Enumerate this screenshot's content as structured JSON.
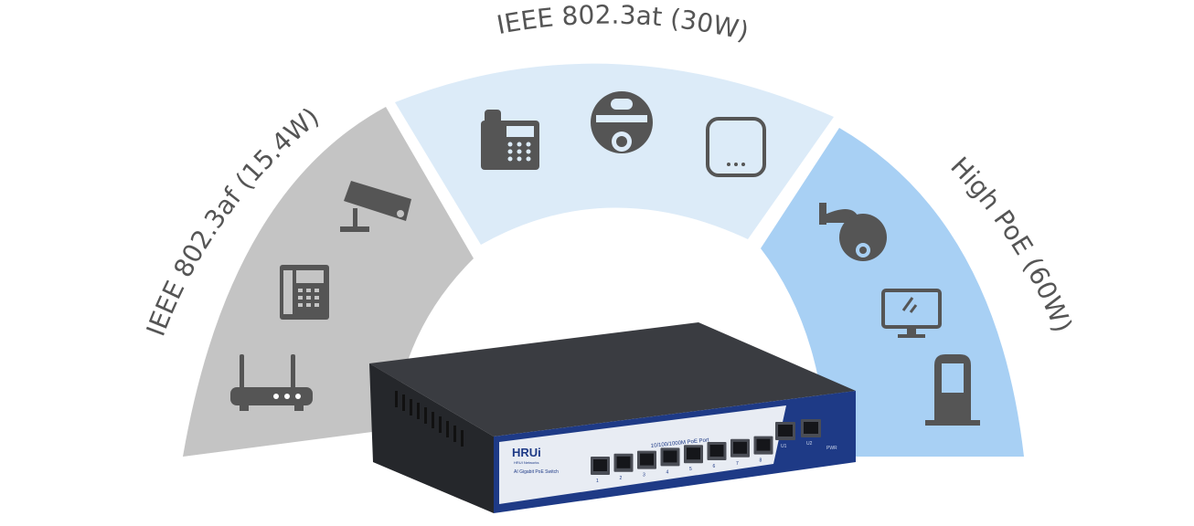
{
  "segments": [
    {
      "label": "IEEE 802.3af (15.4W)",
      "color": "#c4c4c4",
      "icons": [
        "router-icon",
        "desk-phone-icon",
        "bullet-camera-icon"
      ]
    },
    {
      "label": "IEEE 802.3at (30W)",
      "color": "#dcebf8",
      "icons": [
        "conference-phone-icon",
        "dome-camera-icon",
        "access-point-icon"
      ]
    },
    {
      "label": "High PoE (60W)",
      "color": "#a8d0f4",
      "icons": [
        "ptz-camera-icon",
        "monitor-icon",
        "kiosk-icon"
      ]
    }
  ],
  "device": {
    "brand": "HRUi",
    "brand_sub": "HRUI Networks",
    "model": "AI Gigabit PoE Switch",
    "port_group_label": "10/100/1000M PoE Port",
    "port_numbers": [
      "1",
      "2",
      "3",
      "4",
      "5",
      "6",
      "7",
      "8"
    ],
    "uplink_labels": [
      "U1",
      "U2"
    ],
    "pwr_label": "PWR",
    "colors": {
      "body": "#2b2d31",
      "panel": "#1e3a86",
      "panel_light": "#e8ecf3"
    }
  }
}
